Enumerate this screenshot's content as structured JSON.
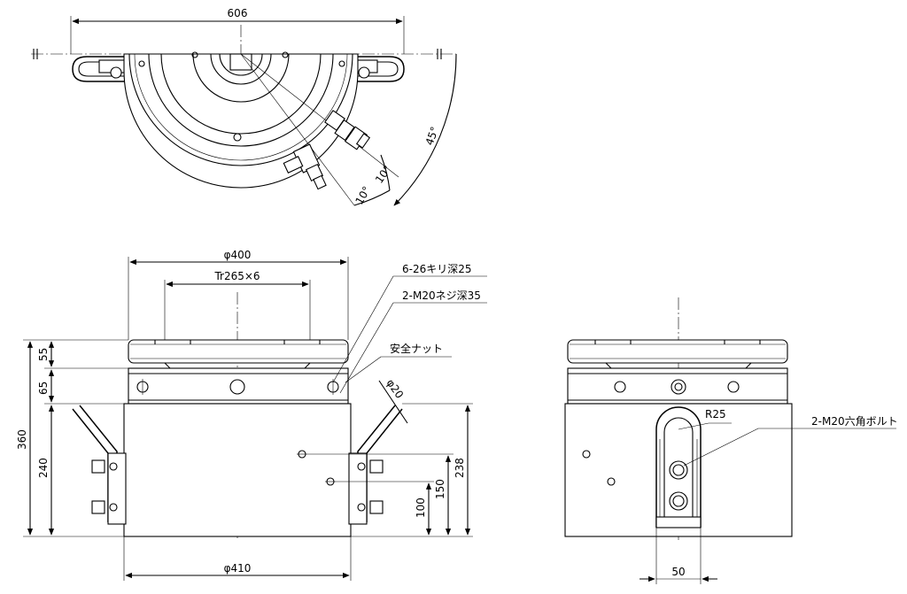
{
  "top_view": {
    "dim_width": "606",
    "angle_45": "45°",
    "angle_10a": "10°",
    "angle_10b": "10°"
  },
  "front_view": {
    "dim_dia_400": "φ400",
    "dim_tr": "Tr265×6",
    "dim_360": "360",
    "dim_55": "55",
    "dim_65": "65",
    "dim_240": "240",
    "dim_dia_410": "φ410",
    "dim_dia_20": "φ20",
    "dim_238": "238",
    "dim_150": "150",
    "dim_100": "100",
    "note_holes": "6-26キリ深25",
    "note_tapped": "2-M20ネジ深35",
    "note_nut": "安全ナット"
  },
  "side_view": {
    "dim_r25": "R25",
    "dim_50": "50",
    "note_bolt": "2-M20六角ボルト"
  }
}
